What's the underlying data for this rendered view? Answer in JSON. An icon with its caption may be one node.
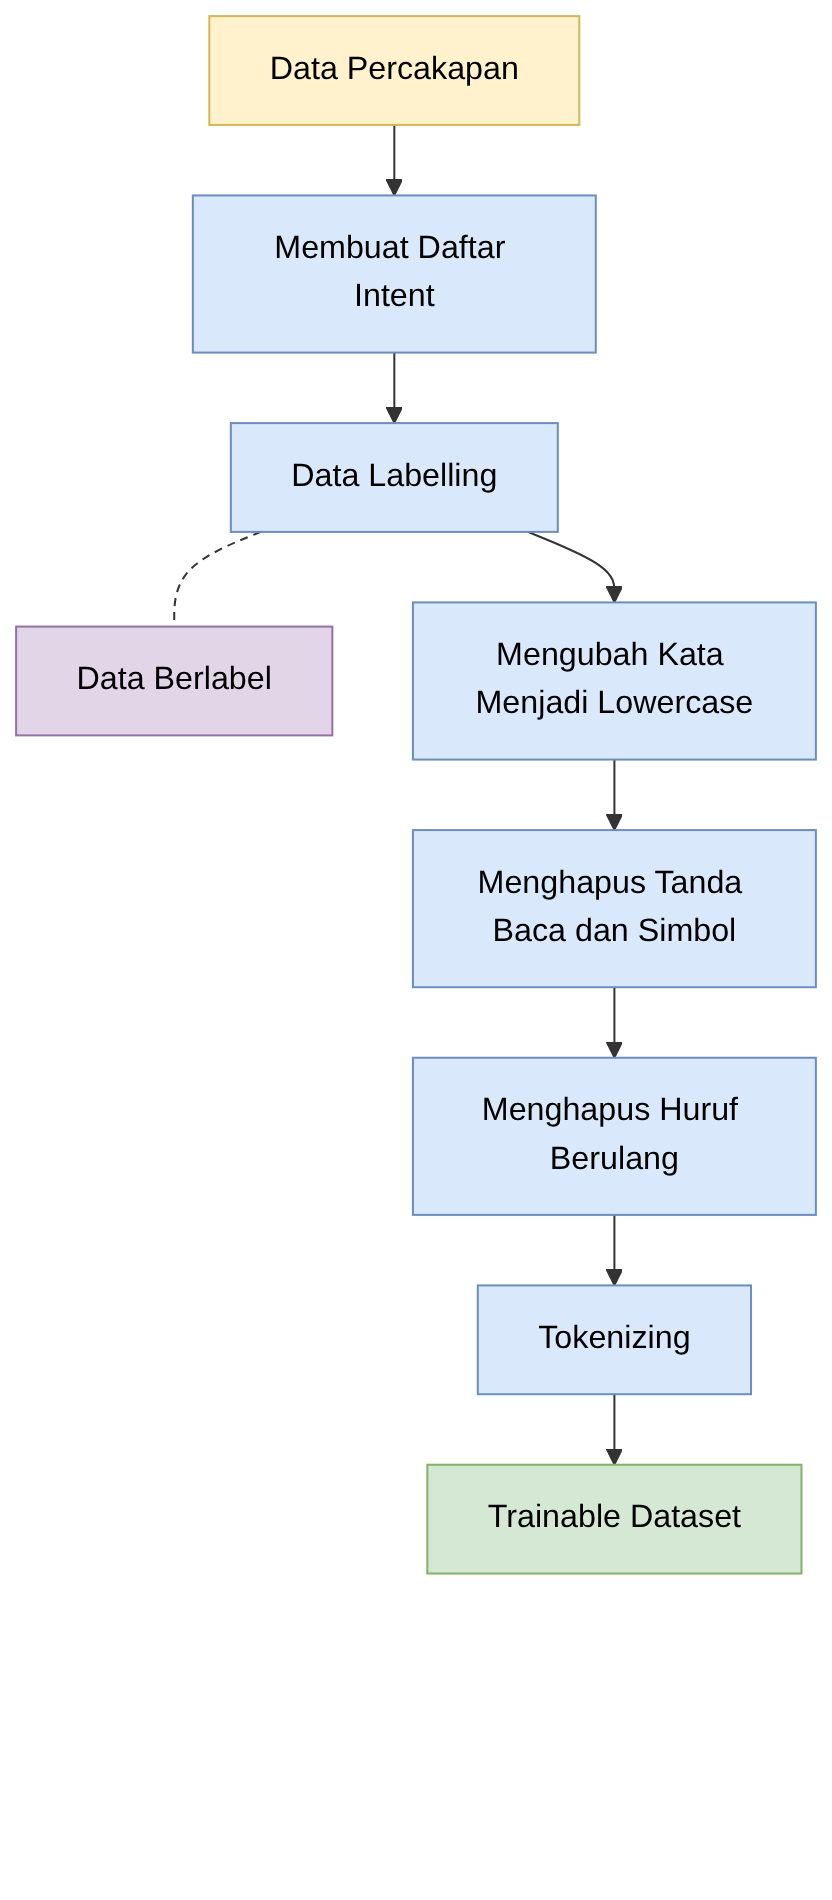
{
  "diagram": {
    "nodes": [
      {
        "text": [
          "Data Percakapan"
        ]
      },
      {
        "text": [
          "Membuat Daftar Intent"
        ]
      },
      {
        "text": [
          "Data Berlabel"
        ]
      },
      {
        "text": [
          "Data Labelling"
        ]
      },
      {
        "text": [
          "Mengubah Kata Menjadi Lowercase"
        ]
      },
      {
        "text": [
          "Menghapus Tanda Baca dan Simbol"
        ]
      },
      {
        "text": [
          "Menghapus Huruf Berulang"
        ]
      },
      {
        "text": [
          "Tokenizing"
        ]
      },
      {
        "text": [
          "Trainable Dataset"
        ]
      }
    ],
    "edges": [
      {
        "from": 0,
        "to": 1,
        "arrow": "to"
      },
      {
        "from": 1,
        "to": 3,
        "arrow": "to"
      },
      {
        "from": 3,
        "to": 2,
        "arrow": "none",
        "style": "dashed"
      },
      {
        "from": 3,
        "to": 4,
        "arrow": "to"
      },
      {
        "from": 4,
        "to": 5,
        "arrow": "to"
      },
      {
        "from": 5,
        "to": 6,
        "arrow": "to"
      },
      {
        "from": 6,
        "to": 7,
        "arrow": "to"
      },
      {
        "from": 7,
        "to": 8,
        "arrow": "to"
      }
    ]
  }
}
